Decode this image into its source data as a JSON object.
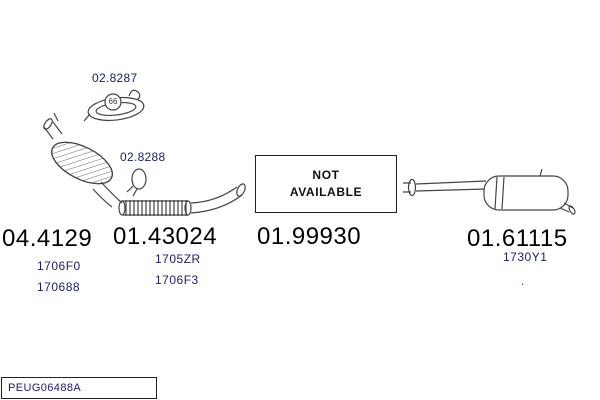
{
  "diagram": {
    "catalog_code": "PEUG06488A",
    "colors": {
      "label_navy": "#1b1b6f",
      "line_gray": "#444444",
      "text_black": "#000000"
    },
    "icons": {
      "clamp_top": "exhaust-mount-clamp-icon",
      "clamp_mid": "pipe-clamp-icon",
      "catalyst": "catalytic-converter-drawing",
      "flex_pipe": "flex-pipe-drawing",
      "muffler": "rear-muffler-drawing"
    },
    "clamp_top": {
      "label": "02.8287",
      "badge": "66"
    },
    "clamp_mid": {
      "label": "02.8288"
    },
    "not_available": {
      "line1": "NOT",
      "line2": "AVAILABLE"
    },
    "parts": [
      {
        "number": "04.4129",
        "refs": [
          "1706F0",
          "170688"
        ]
      },
      {
        "number": "01.43024",
        "refs": [
          "1705ZR",
          "1706F3"
        ]
      },
      {
        "number": "01.99930",
        "refs": []
      },
      {
        "number": "01.61115",
        "refs": [
          "1730Y1",
          "."
        ]
      }
    ]
  }
}
